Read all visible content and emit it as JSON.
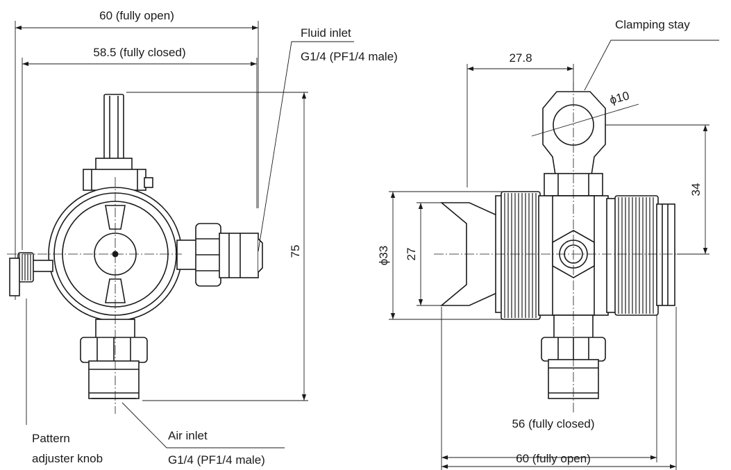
{
  "front_view": {
    "dim_width_open": "60 (fully open)",
    "dim_width_closed": "58.5 (fully closed)",
    "dim_height": "75",
    "fluid_inlet_title": "Fluid inlet",
    "fluid_inlet_spec": "G1/4 (PF1/4 male)",
    "air_inlet_title": "Air inlet",
    "air_inlet_spec": "G1/4 (PF1/4 male)",
    "pattern_knob_line1": "Pattern",
    "pattern_knob_line2": "adjuster knob"
  },
  "side_view": {
    "clamping_stay": "Clamping stay",
    "dim_offset": "27.8",
    "dim_hole": "ϕ10",
    "dim_stay_height": "34",
    "dim_outer_dia": "ϕ33",
    "dim_cap": "27",
    "dim_length_closed": "56 (fully closed)",
    "dim_length_open": "60 (fully open)"
  },
  "colors": {
    "line": "#1a1a1a",
    "background": "#ffffff"
  }
}
